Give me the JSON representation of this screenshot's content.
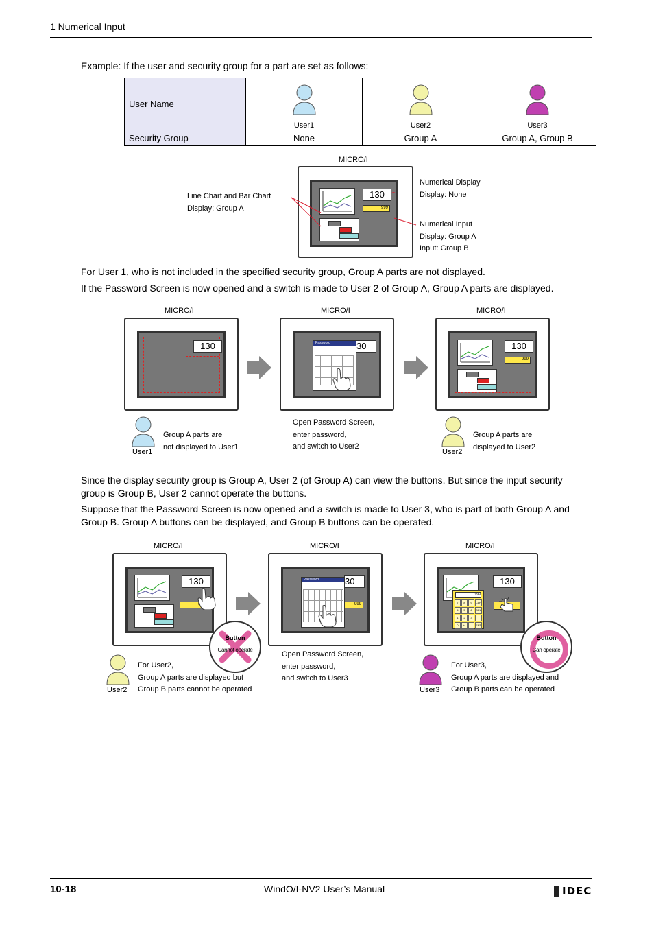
{
  "header": {
    "section": "1 Numerical Input"
  },
  "intro": "Example: If the user and security group for a part are set as follows:",
  "table": {
    "row1_label": "User Name",
    "users": [
      "User1",
      "User2",
      "User3"
    ],
    "row2_label": "Security Group",
    "groups": [
      "None",
      "Group A",
      "Group A, Group B"
    ]
  },
  "diagram1": {
    "micro": "MICRO/I",
    "left_note": [
      "Line Chart and Bar Chart",
      "Display: Group A"
    ],
    "right_note1": [
      "Numerical Display",
      "Display: None"
    ],
    "right_note2": [
      "Numerical Input",
      "Display: Group A",
      "Input: Group B"
    ],
    "value": "130",
    "input_value": "999"
  },
  "para1": "For User 1, who is not included in the specified security group, Group A parts are not displayed.",
  "para2": "If the Password Screen is now opened and a switch is made to User 2 of Group A, Group A parts are displayed.",
  "diagram2": {
    "micro": "MICRO/I",
    "value": "130",
    "value_cut": "30",
    "input_value": "999",
    "password_title": "Password",
    "note1": [
      "Group A parts are",
      "not displayed to User1"
    ],
    "user1": "User1",
    "note2": [
      "Open Password Screen,",
      "enter password,",
      "and switch to User2"
    ],
    "note3": [
      "Group A parts are",
      "displayed to User2"
    ],
    "user2": "User2"
  },
  "para3": "Since the display security group is Group A, User 2 (of Group A) can view the buttons. But since the input security group is Group B, User 2 cannot operate the buttons.",
  "para4": "Suppose that the Password Screen is now opened and a switch is made to User 3, who is part of both Group A and Group B. Group A buttons can be displayed, and Group B buttons can be operated.",
  "diagram3": {
    "micro": "MICRO/I",
    "value": "130",
    "value_cut": "30",
    "input_value": "999",
    "password_title": "Password",
    "button_label": "Button",
    "cannot": "Cannot operate",
    "can": "Can operate",
    "note1": [
      "For User2,",
      "Group A parts are displayed but",
      "Group B parts cannot be operated"
    ],
    "user2": "User2",
    "note2": [
      "Open Password Screen,",
      "enter password,",
      "and switch to User3"
    ],
    "note3": [
      "For User3,",
      "Group A parts are displayed and",
      "Group B parts can be operated"
    ],
    "user3": "User3",
    "keypad": [
      "7",
      "8",
      "9",
      "CLR",
      "4",
      "5",
      "6",
      "DEL",
      "1",
      "2",
      "3",
      "",
      "0",
      "+/-",
      "",
      "ENT"
    ]
  },
  "footer": {
    "page": "10-18",
    "manual": "WindO/I-NV2 User’s Manual",
    "logo": "IDEC"
  },
  "colors": {
    "user1": "#bfe3f5",
    "user2": "#f3f3a8",
    "user3": "#c040b0",
    "accent_red": "#e03050",
    "pink": "#e060a0",
    "yellow": "#ffe84a"
  }
}
